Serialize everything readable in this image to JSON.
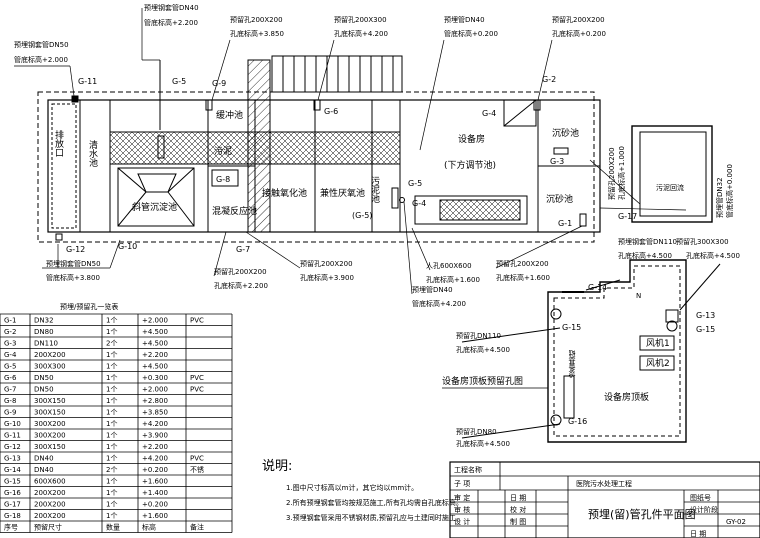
{
  "tank_labels": {
    "pump_well": "排放口",
    "clear_water": "清水池",
    "settling": "斜管沉淀池",
    "buffer": "缓冲池",
    "sludge": "污泥",
    "mixing": "混凝反应池",
    "contact_oxidation": "接触氧化池",
    "facultative": "兼性厌氧池",
    "sludge_tank": "污泥池",
    "sludge_tank_sub": "(G-5)",
    "equipment_room": "设备房",
    "equipment_room_sub": "(下方调节池)",
    "grit_top": "沉砂池",
    "grit_bottom": "沉砂池",
    "side_box": "污泥回流",
    "panel_base": "设备基础",
    "plan_room": "设备房顶板",
    "fan1": "风机1",
    "fan2": "风机2",
    "plan_title": "设备房顶板预留孔图",
    "N": "N"
  },
  "tags": {
    "g1": "G-1",
    "g2": "G-2",
    "g3": "G-3",
    "g4a": "G-4",
    "g4b": "G-4",
    "g5a": "G-5",
    "g5b": "G-5",
    "g6": "G-6",
    "g7": "G-7",
    "g8": "G-8",
    "g9": "G-9",
    "g10": "G-10",
    "g11": "G-11",
    "g12": "G-12",
    "g13": "G-13",
    "g14": "G-14",
    "g15a": "G-15",
    "g15b": "G-15",
    "g16": "G-16",
    "g17": "G-17"
  },
  "callouts": {
    "c_g5_top1": "预埋钢套管DN40",
    "c_g5_top2": "管底标高+2.200",
    "c_g11_1": "预埋钢套管DN50",
    "c_g11_2": "管底标高+2.000",
    "c_g9_1": "预留孔200X200",
    "c_g9_2": "孔底标高+3.850",
    "c_g6_1": "预留孔200X300",
    "c_g6_2": "孔底标高+4.200",
    "c_g4_1": "预埋管DN40",
    "c_g4_2": "管底标高+0.200",
    "c_g2_1": "预留孔200X200",
    "c_g2_2": "孔底标高+0.200",
    "c_g3_1": "预留孔200X200",
    "c_g3_2": "孔底标高+1.000",
    "c_g17_1": "预埋管DN32",
    "c_g17_2": "管底标高+0.000",
    "c_g12_1": "预埋钢套管DN50",
    "c_g12_2": "管底标高+3.800",
    "c_g8_1": "预留孔200X200",
    "c_g8_2": "孔底标高+2.200",
    "c_g7_1": "预留孔200X200",
    "c_g7_2": "孔底标高+3.900",
    "c_g5b_1": "预埋管DN40",
    "c_g5b_2": "管底标高+4.200",
    "c_g4b_1": "人孔600X600",
    "c_g4b_2": "孔底标高+1.600",
    "c_g1_1": "预留孔200X200",
    "c_g1_2": "孔底标高+1.600",
    "c_g14_1": "预埋钢套管DN110",
    "c_g14_2": "孔底标高+4.500",
    "c_g13_1": "预留孔300X300",
    "c_g13_2": "孔底标高+4.500",
    "c_g15_1": "预留孔DN110",
    "c_g15_2": "孔底标高+4.500",
    "c_g16_1": "预留孔DN80",
    "c_g16_2": "孔底标高+4.500"
  },
  "table": {
    "title": "预埋/预留孔一览表",
    "footer": [
      "序号",
      "预留尺寸",
      "数量",
      "标高",
      "备注"
    ],
    "rows": [
      [
        "G-1",
        "DN32",
        "1个",
        "+2.000",
        "PVC"
      ],
      [
        "G-2",
        "DN80",
        "1个",
        "+4.500",
        ""
      ],
      [
        "G-3",
        "DN110",
        "2个",
        "+4.500",
        ""
      ],
      [
        "G-4",
        "200X200",
        "1个",
        "+2.200",
        ""
      ],
      [
        "G-5",
        "300X300",
        "1个",
        "+4.500",
        ""
      ],
      [
        "G-6",
        "DN50",
        "1个",
        "+0.300",
        "PVC"
      ],
      [
        "G-7",
        "DN50",
        "1个",
        "+2.000",
        "PVC"
      ],
      [
        "G-8",
        "300X150",
        "1个",
        "+2.800",
        ""
      ],
      [
        "G-9",
        "300X150",
        "1个",
        "+3.850",
        ""
      ],
      [
        "G-10",
        "300X200",
        "1个",
        "+4.200",
        ""
      ],
      [
        "G-11",
        "300X200",
        "1个",
        "+3.900",
        ""
      ],
      [
        "G-12",
        "300X150",
        "1个",
        "+2.200",
        ""
      ],
      [
        "G-13",
        "DN40",
        "1个",
        "+4.200",
        "PVC"
      ],
      [
        "G-14",
        "DN40",
        "2个",
        "+0.200",
        "不锈"
      ],
      [
        "G-15",
        "600X600",
        "1个",
        "+1.600",
        ""
      ],
      [
        "G-16",
        "200X200",
        "1个",
        "+1.400",
        ""
      ],
      [
        "G-17",
        "200X200",
        "1个",
        "+0.200",
        ""
      ],
      [
        "G-18",
        "200X200",
        "1个",
        "+1.600",
        ""
      ]
    ]
  },
  "notes": {
    "title": "说明:",
    "lines": [
      "1.图中尺寸标高以m计，其它均以mm计。",
      "2.所有预埋钢套管均按规范施工,所有孔均需自孔底标高。",
      "3.预埋钢套管采用不锈钢材质,预留孔应与土建同时施工。"
    ]
  },
  "title_block": {
    "project_label": "工程名称",
    "project_name": "",
    "item_label": "子 项",
    "item_name": "医院污水处理工程",
    "drawing_title": "预埋(留)管孔件平面图",
    "drawing_no_label": "图纸号",
    "drawing_no": "GY-02",
    "stage_label": "设计阶段",
    "date_label": "日 期",
    "roles": [
      "审 定",
      "审 核",
      "设 计"
    ],
    "roles2": [
      "日 期",
      "校 对",
      "制 图"
    ]
  }
}
